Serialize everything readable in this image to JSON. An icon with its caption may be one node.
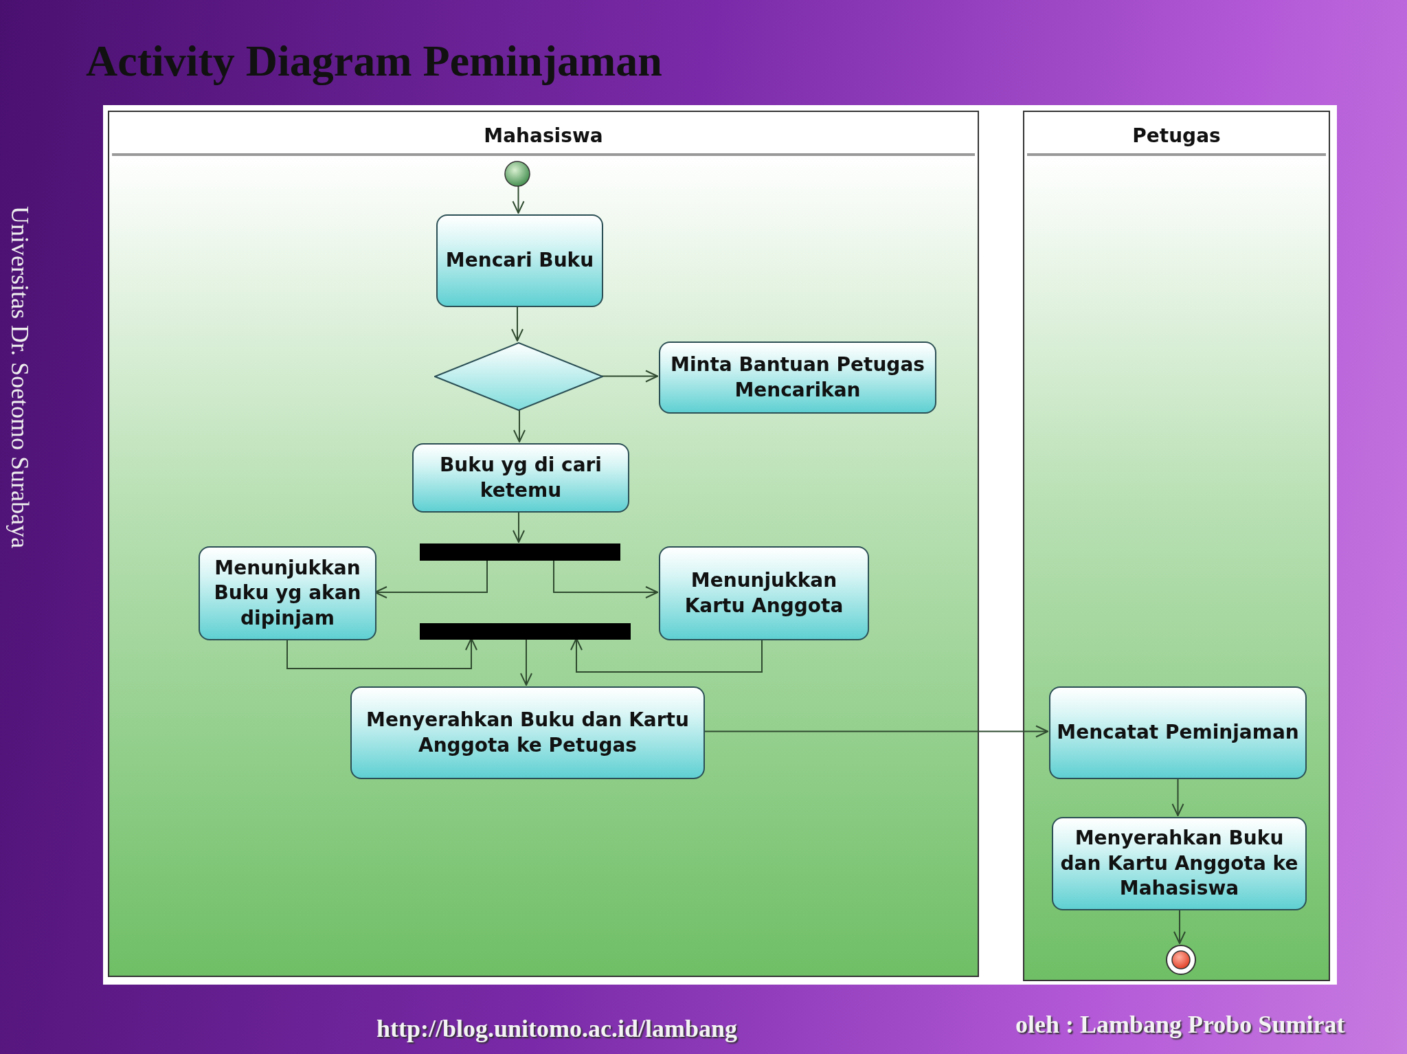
{
  "diagram": {
    "title": "Activity Diagram Peminjaman",
    "nodes": [
      {
        "text": [
          "Mahasiswa"
        ]
      },
      {
        "text": [
          "Petugas"
        ]
      },
      {
        "text": [],
        "shape": "circle",
        "in": 0
      },
      {
        "text": [
          "Mencari Buku"
        ],
        "in": 0
      },
      {
        "text": [],
        "shape": "diamond",
        "in": 0
      },
      {
        "text": [
          "Minta Bantuan Petugas Mencarikan"
        ],
        "in": 0
      },
      {
        "text": [
          "Buku yg di cari ketemu"
        ],
        "in": 0
      },
      {
        "text": [],
        "shape": "bar",
        "in": 0
      },
      {
        "text": [
          "Menunjukkan Buku yg akan dipinjam"
        ],
        "in": 0
      },
      {
        "text": [
          "Menunjukkan Kartu Anggota"
        ],
        "in": 0
      },
      {
        "text": [],
        "shape": "bar",
        "in": 0
      },
      {
        "text": [
          "Menyerahkan Buku dan Kartu Anggota ke Petugas"
        ],
        "in": 0
      },
      {
        "text": [
          "Mencatat Peminjaman"
        ],
        "in": 1
      },
      {
        "text": [
          "Menyerahkan Buku dan Kartu Anggota ke Mahasiswa"
        ],
        "in": 1
      },
      {
        "text": [],
        "shape": "circle",
        "in": 1
      }
    ],
    "edges": [
      {
        "from": 2,
        "to": 3,
        "arrow": "to"
      },
      {
        "from": 3,
        "to": 4,
        "arrow": "to"
      },
      {
        "from": 4,
        "to": 5,
        "arrow": "to"
      },
      {
        "from": 4,
        "to": 6,
        "arrow": "to"
      },
      {
        "from": 6,
        "to": 7,
        "arrow": "to"
      },
      {
        "from": 7,
        "to": 8,
        "arrow": "to"
      },
      {
        "from": 7,
        "to": 9,
        "arrow": "to"
      },
      {
        "from": 8,
        "to": 10,
        "arrow": "to"
      },
      {
        "from": 9,
        "to": 10,
        "arrow": "to"
      },
      {
        "from": 10,
        "to": 11,
        "arrow": "to"
      },
      {
        "from": 11,
        "to": 12,
        "arrow": "to"
      },
      {
        "from": 12,
        "to": 13,
        "arrow": "to"
      },
      {
        "from": 13,
        "to": 14,
        "arrow": "to"
      }
    ],
    "labels": [
      "Universitas Dr. Soetomo Surabaya",
      "http://blog.unitomo.ac.id/lambang",
      "oleh : Lambang Probo Sumirat"
    ]
  }
}
